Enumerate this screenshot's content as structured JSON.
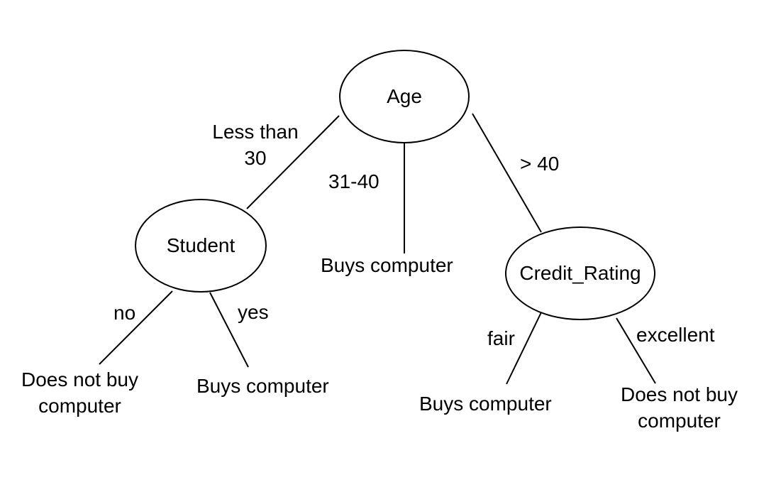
{
  "nodes": {
    "age": "Age",
    "student": "Student",
    "credit_rating": "Credit_Rating"
  },
  "branches": {
    "age_less_than_30": "Less than",
    "age_less_than_30_line2": "30",
    "age_31_40": "31-40",
    "age_over_40": "> 40",
    "student_no": "no",
    "student_yes": "yes",
    "credit_fair": "fair",
    "credit_excellent": "excellent"
  },
  "leaves": {
    "student_no_leaf_line1": "Does not buy",
    "student_no_leaf_line2": "computer",
    "student_yes_leaf": "Buys computer",
    "age_31_40_leaf": "Buys computer",
    "credit_fair_leaf": "Buys computer",
    "credit_excellent_leaf_line1": "Does not buy",
    "credit_excellent_leaf_line2": "computer"
  }
}
